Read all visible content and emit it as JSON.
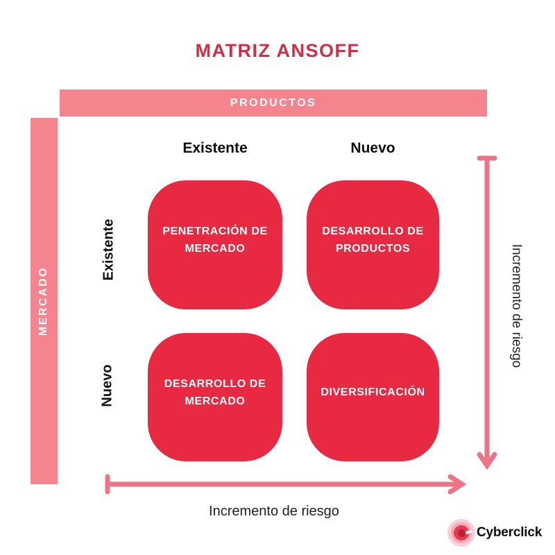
{
  "title": "MATRIZ ANSOFF",
  "colors": {
    "title_red": "#d02e47",
    "axis_bar_pink": "#f6848f",
    "quadrant_red": "#e72a42",
    "arrow_pink": "#ee7386",
    "label_black": "#1f1f1f",
    "quadrant_text": "#ffffff"
  },
  "products_axis": {
    "label": "PRODUCTOS"
  },
  "market_axis": {
    "label": "MERCADO"
  },
  "column_headers": [
    {
      "label": "Existente"
    },
    {
      "label": "Nuevo"
    }
  ],
  "row_headers": [
    {
      "label": "Existente"
    },
    {
      "label": "Nuevo"
    }
  ],
  "quadrants": [
    {
      "name": "market-penetration",
      "label": "PENETRACIÓN DE\nMERCADO"
    },
    {
      "name": "product-development",
      "label": "DESARROLLO DE\nPRODUCTOS"
    },
    {
      "name": "market-development",
      "label": "DESARROLLO DE\nMERCADO"
    },
    {
      "name": "diversification",
      "label": "DIVERSIFICACIÓN"
    }
  ],
  "risk": {
    "vertical_label": "Incremento de riesgo",
    "horizontal_label": "Incremento de riesgo"
  },
  "brand": {
    "name": "Cyberclick"
  }
}
